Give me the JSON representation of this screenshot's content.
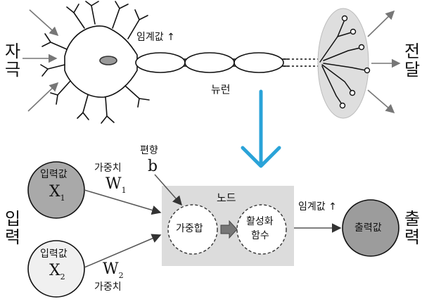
{
  "neuron": {
    "stimulus": "자극",
    "threshold": "임계값",
    "label": "뉴런",
    "transmit": "전달"
  },
  "model": {
    "input_side": "입력",
    "output_side": "출력",
    "input1": {
      "title": "입력값",
      "symbol": "X",
      "subscript": "1"
    },
    "input2": {
      "title": "입력값",
      "symbol": "X",
      "subscript": "2"
    },
    "weight1": {
      "label": "가중치",
      "symbol": "W",
      "subscript": "1"
    },
    "weight2": {
      "label": "가중치",
      "symbol": "W",
      "subscript": "2"
    },
    "bias": {
      "label": "편향",
      "symbol": "b"
    },
    "node": {
      "title": "노드",
      "sum": "가중합",
      "activation_line1": "활성화",
      "activation_line2": "함수"
    },
    "threshold": "임계값",
    "output": "출력값"
  },
  "colors": {
    "accent_arrow": "#2aa3d8",
    "node_box": "#dcdcdc",
    "input1_fill": "#a9a9a9",
    "input2_fill": "#f0f0f0",
    "output_fill": "#9c9c9c",
    "axon_terminal": "#dedede"
  }
}
